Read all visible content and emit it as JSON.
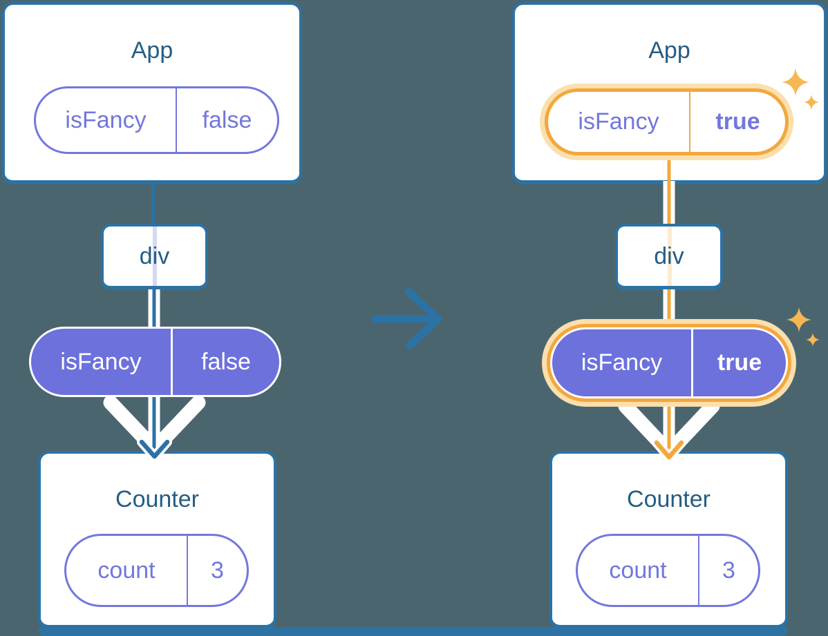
{
  "diagram": {
    "description": "React component tree state diagram, before and after isFancy state update",
    "background_color": "#4B656E",
    "colors": {
      "card_border_teal": "#2C72A4",
      "title_text": "#255D83",
      "purple_fill": "#6C71DC",
      "purple_outline": "#7277DD",
      "purple_faint_line": "#D4D9F4",
      "highlight_orange": "#F3A73D",
      "highlight_orange_halo": "#FBDFAD",
      "orange_faint_line": "#FCEBD2",
      "sparkle_orange": "#F6B752",
      "card_background": "#FFFFFF"
    },
    "before": {
      "app": {
        "title": "App",
        "state_pill": {
          "key": "isFancy",
          "value": "false"
        }
      },
      "div": {
        "label": "div"
      },
      "prop_pill": {
        "key": "isFancy",
        "value": "false"
      },
      "counter": {
        "title": "Counter",
        "state_pill": {
          "key": "count",
          "value": "3"
        }
      }
    },
    "after": {
      "app": {
        "title": "App",
        "state_pill": {
          "key": "isFancy",
          "value": "true"
        }
      },
      "div": {
        "label": "div"
      },
      "prop_pill": {
        "key": "isFancy",
        "value": "true"
      },
      "counter": {
        "title": "Counter",
        "state_pill": {
          "key": "count",
          "value": "3"
        }
      }
    },
    "icons": [
      "transition-arrow-icon",
      "sparkle-icon",
      "down-arrow-icon",
      "chevron-down-icon"
    ]
  }
}
